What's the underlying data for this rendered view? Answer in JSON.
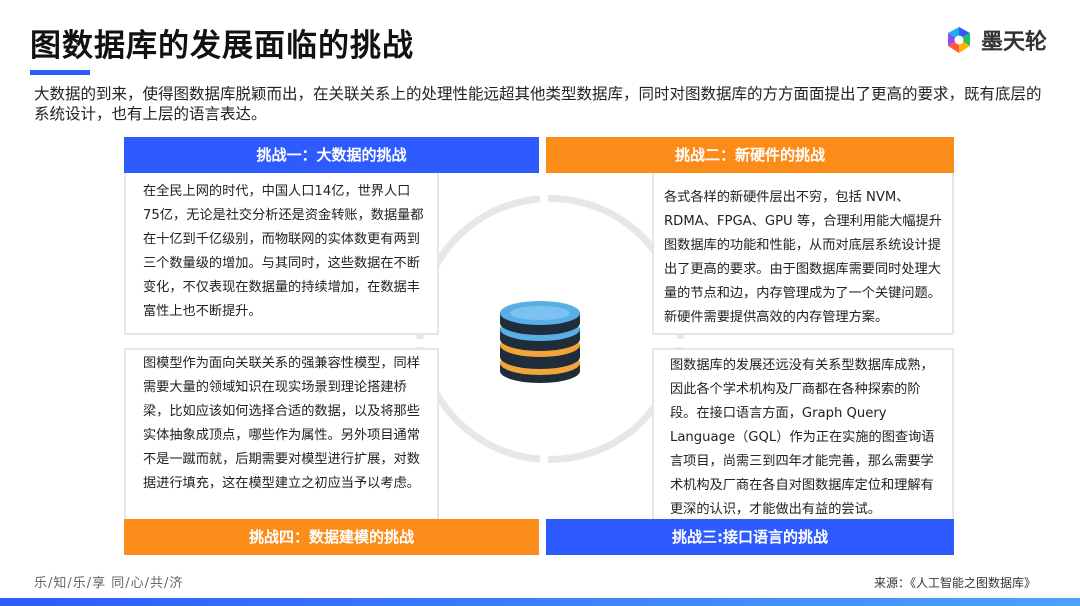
{
  "header": {
    "title": "图数据库的发展面临的挑战",
    "brand_name": "墨天轮"
  },
  "intro": "大数据的到来，使得图数据库脱颖而出，在关联关系上的处理性能远超其他类型数据库，同时对图数据库的方方面面提出了更高的要求，既有底层的系统设计，也有上层的语言表达。",
  "challenges": [
    {
      "title": "挑战一：大数据的挑战",
      "text": "在全民上网的时代，中国人口14亿，世界人口75亿，无论是社交分析还是资金转账，数据量都在十亿到千亿级别，而物联网的实体数更有两到三个数量级的增加。与其同时，这些数据在不断变化，不仅表现在数据量的持续增加，在数据丰富性上也不断提升。",
      "color": "#2e5bff"
    },
    {
      "title": "挑战二：新硬件的挑战",
      "text": "各式各样的新硬件层出不穷，包括 NVM、RDMA、FPGA、GPU 等，合理利用能大幅提升图数据库的功能和性能，从而对底层系统设计提出了更高的要求。由于图数据库需要同时处理大量的节点和边，内存管理成为了一个关键问题。新硬件需要提供高效的内存管理方案。",
      "color": "#fb8c1a"
    },
    {
      "title": "挑战三:接口语言的挑战",
      "text": "图数据库的发展还远没有关系型数据库成熟，因此各个学术机构及厂商都在各种探索的阶段。在接口语言方面，Graph Query Language（GQL）作为正在实施的图查询语言项目，尚需三到四年才能完善，那么需要学术机构及厂商在各自对图数据库定位和理解有更深的认识，才能做出有益的尝试。",
      "color": "#2e5bff"
    },
    {
      "title": "挑战四：数据建模的挑战",
      "text": "图模型作为面向关联关系的强兼容性模型，同样需要大量的领域知识在现实场景到理论搭建桥梁，比如应该如何选择合适的数据，以及将那些实体抽象成顶点，哪些作为属性。另外项目通常不是一蹴而就，后期需要对模型进行扩展，对数据进行填充，这在模型建立之初应当予以考虑。",
      "color": "#fb8c1a"
    }
  ],
  "footer": {
    "left": "乐/知/乐/享    同/心/共/济",
    "source": "来源：《人工智能之图数据库》"
  },
  "icons": {
    "brand": "motianlun-logo-icon",
    "center": "database-icon"
  }
}
